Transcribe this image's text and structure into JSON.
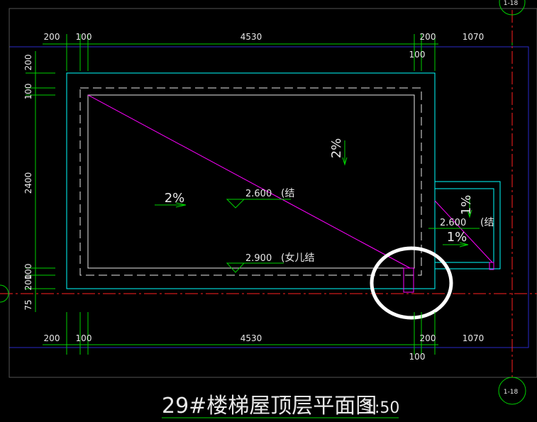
{
  "drawing": {
    "title": "29#楼梯屋顶层平面图",
    "scale": "1:50",
    "grid_bubbles": [
      "1-18",
      "1-18"
    ]
  },
  "dimensions": {
    "top": [
      "200",
      "100",
      "4530",
      "200",
      "1070"
    ],
    "top_below": "100",
    "bottom": [
      "200",
      "100",
      "4530",
      "200",
      "1070"
    ],
    "bottom_below": "100",
    "left": [
      "200",
      "100",
      "2400",
      "100",
      "200",
      "75"
    ]
  },
  "annotations": {
    "slope_main": "2%",
    "slope_top_right": "2%",
    "slope_small_vertical": "1%",
    "slope_small_horizontal": "1%",
    "elev_main": "2.600",
    "elev_main_note": "(结",
    "elev_parapet": "2.900",
    "elev_parapet_note": "(女儿结",
    "elev_small": "2.600",
    "elev_small_note": "(结"
  },
  "colors": {
    "background": "#000000",
    "outline": "#2a2ac8",
    "wall": "#00ffff",
    "inner": "#e8e8e8",
    "dimension": "#00d000",
    "axis": "#ff2020",
    "diagonal": "#ff00ff",
    "highlight": "#ffffff"
  }
}
